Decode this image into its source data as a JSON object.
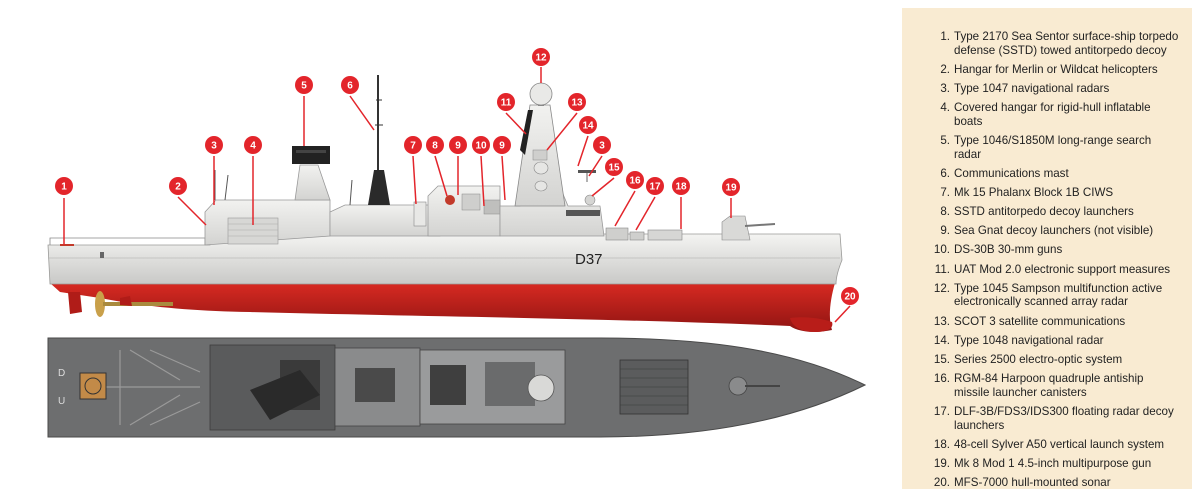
{
  "ship": {
    "pennant": "D37",
    "deck_letters": [
      "D",
      "U"
    ]
  },
  "colors": {
    "callout": "#e3252b",
    "hull_red": "#c8201c",
    "hull_grey": "#e6e6e4",
    "deck_grey": "#6d6e6f",
    "legend_bg": "#f9ebd2"
  },
  "callouts": [
    {
      "label": "1"
    },
    {
      "label": "2"
    },
    {
      "label": "3"
    },
    {
      "label": "4"
    },
    {
      "label": "5"
    },
    {
      "label": "6"
    },
    {
      "label": "7"
    },
    {
      "label": "8"
    },
    {
      "label": "9"
    },
    {
      "label": "10"
    },
    {
      "label": "9"
    },
    {
      "label": "11"
    },
    {
      "label": "12"
    },
    {
      "label": "13"
    },
    {
      "label": "14"
    },
    {
      "label": "3"
    },
    {
      "label": "15"
    },
    {
      "label": "16"
    },
    {
      "label": "17"
    },
    {
      "label": "18"
    },
    {
      "label": "19"
    },
    {
      "label": "20"
    }
  ],
  "legend": [
    {
      "num": "1.",
      "text": "Type 2170 Sea Sentor surface-ship torpedo defense (SSTD) towed antitorpedo decoy"
    },
    {
      "num": "2.",
      "text": "Hangar for Merlin or Wildcat helicopters"
    },
    {
      "num": "3.",
      "text": "Type 1047 navigational radars"
    },
    {
      "num": "4.",
      "text": "Covered hangar for rigid-hull inflatable boats"
    },
    {
      "num": "5.",
      "text": "Type 1046/S1850M long-range search radar"
    },
    {
      "num": "6.",
      "text": "Communications mast"
    },
    {
      "num": "7.",
      "text": "Mk 15 Phalanx Block 1B CIWS"
    },
    {
      "num": "8.",
      "text": "SSTD antitorpedo decoy launchers"
    },
    {
      "num": "9.",
      "text": "Sea Gnat decoy launchers (not visible)"
    },
    {
      "num": "10.",
      "text": "DS-30B 30-mm guns"
    },
    {
      "num": "11.",
      "text": "UAT Mod 2.0 electronic support measures"
    },
    {
      "num": "12.",
      "text": "Type 1045 Sampson multifunction active electronically scanned array radar"
    },
    {
      "num": "13.",
      "text": "SCOT 3 satellite communications"
    },
    {
      "num": "14.",
      "text": "Type 1048 navigational radar"
    },
    {
      "num": "15.",
      "text": "Series 2500 electro-optic system"
    },
    {
      "num": "16.",
      "text": "RGM-84 Harpoon quadruple antiship missile launcher canisters"
    },
    {
      "num": "17.",
      "text": "DLF-3B/FDS3/IDS300 floating radar decoy launchers"
    },
    {
      "num": "18.",
      "text": "48-cell Sylver A50 vertical launch system"
    },
    {
      "num": "19.",
      "text": "Mk 8 Mod 1 4.5-inch multipurpose gun"
    },
    {
      "num": "20.",
      "text": "MFS-7000 hull-mounted sonar"
    }
  ]
}
